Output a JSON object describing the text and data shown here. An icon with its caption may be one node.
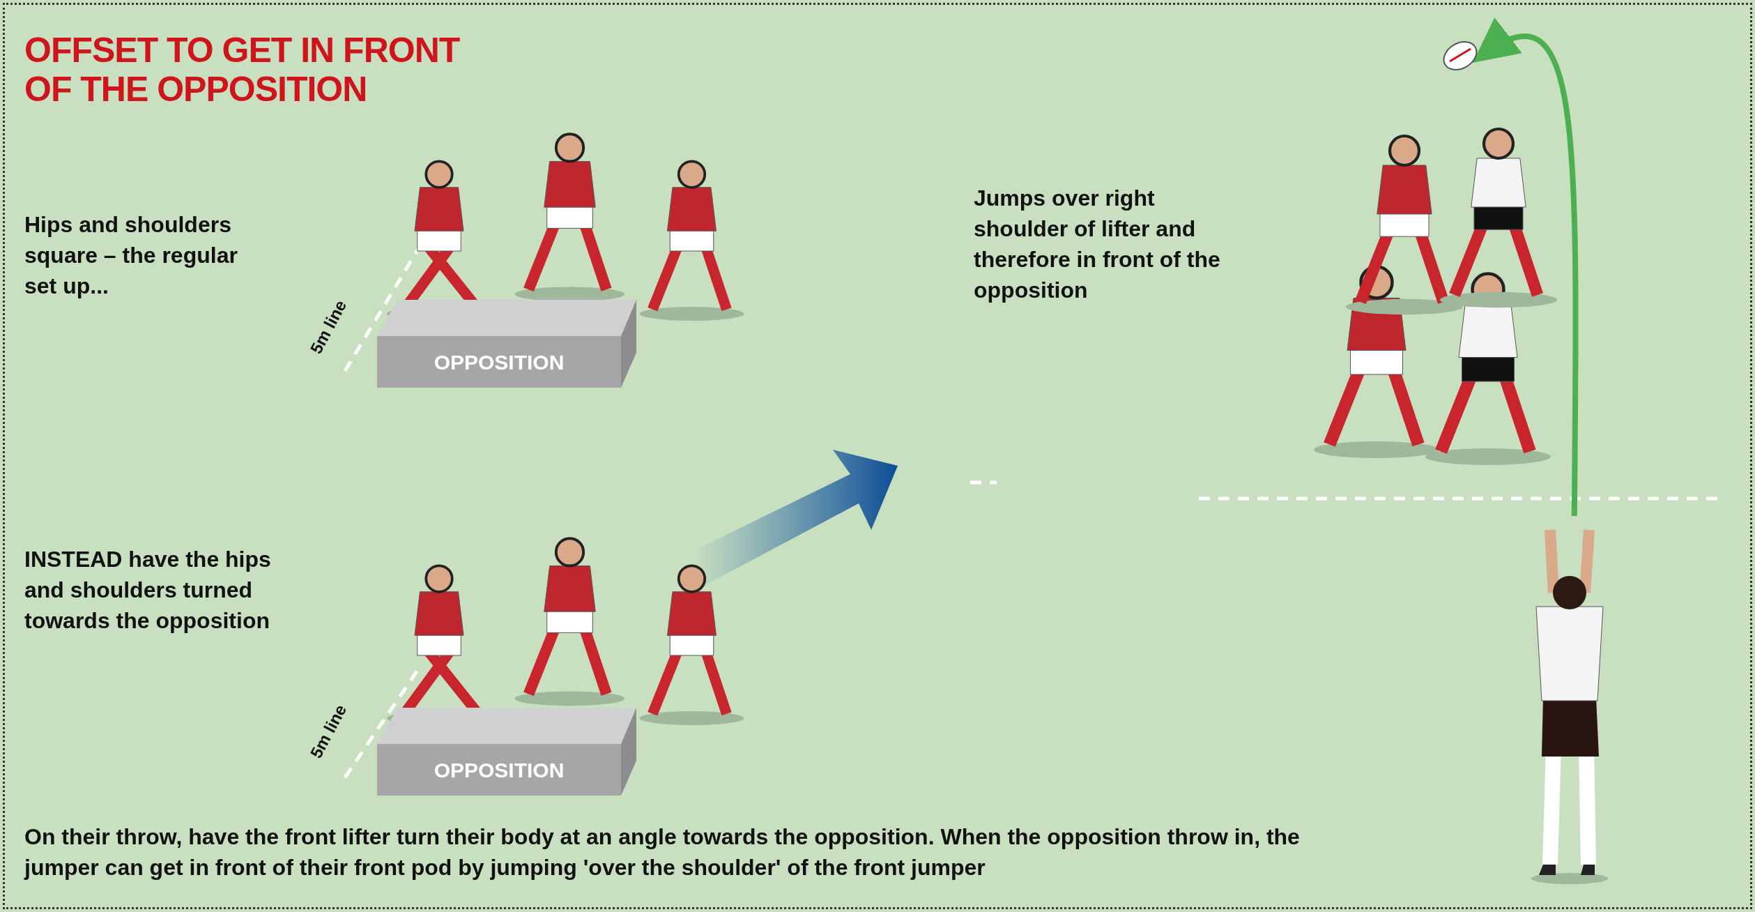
{
  "diagram": {
    "title": "OFFSET TO GET IN FRONT OF THE OPPOSITION",
    "caption": "On their throw, have the front lifter turn their body at an angle towards the opposition. When the opposition throw in, the jumper can get in front of their front pod by jumping 'over the shoulder' of the front jumper",
    "nodes": [
      {
        "text": [
          "OPPOSITION"
        ]
      },
      {
        "text": [
          "OPPOSITION"
        ]
      },
      {
        "text": [],
        "shape": "person"
      },
      {
        "text": [],
        "shape": "picture"
      }
    ],
    "edges": [
      {
        "from": 2,
        "to": 3,
        "arrow": "to",
        "color": "#4caf50"
      }
    ],
    "labels": [
      "Hips and shoulders square – the regular set up...",
      "Jumps over right shoulder of lifter and therefore in front of the opposition",
      "5m line",
      "INSTEAD have the hips and shoulders turned towards the opposition",
      "5m line"
    ]
  }
}
